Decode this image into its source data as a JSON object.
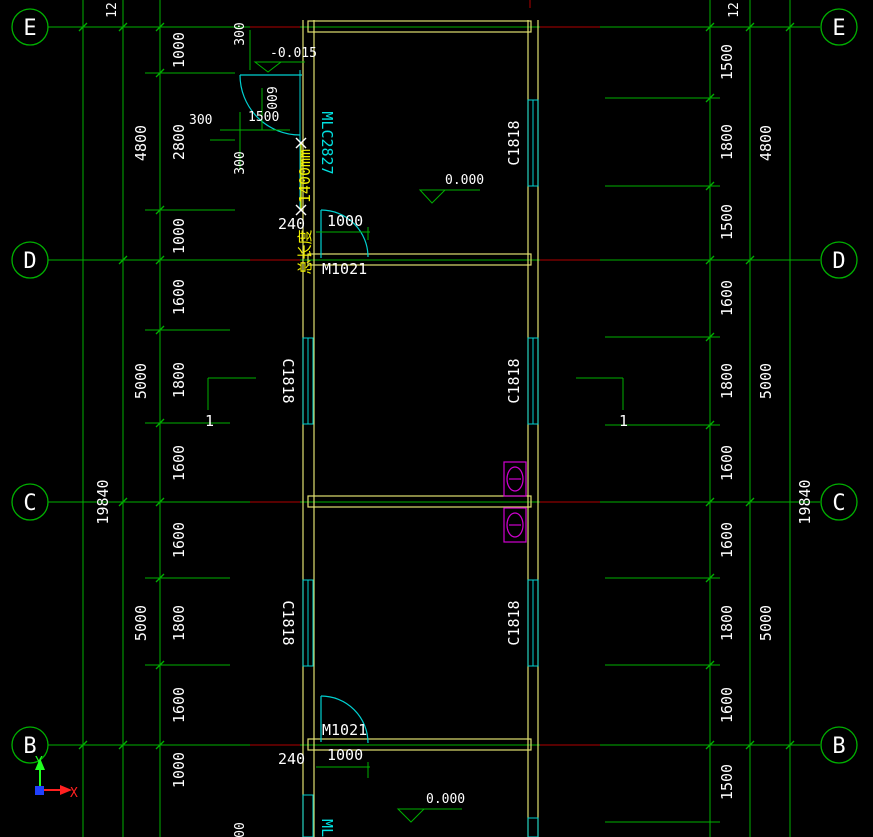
{
  "colors": {
    "background": "#000000",
    "axis_line": "#00b000",
    "axis_red": "#b00000",
    "wall": "#e0e070",
    "window": "#00d0d0",
    "door": "#00d0d0",
    "fixture": "#d000d0",
    "text": "#ffffff",
    "measure": "#f0f000",
    "ucs_x": "#ff2020",
    "ucs_y": "#20ff20",
    "ucs_z": "#2040ff"
  },
  "grid_axes": [
    "E",
    "D",
    "C",
    "B"
  ],
  "top_labels": {
    "left": "12",
    "right": "12"
  },
  "dims_left_outer": [
    "4800",
    "5000",
    "5000"
  ],
  "dims_left_total": "19840",
  "dims_left_inner": [
    "1000",
    "2800",
    "1000",
    "1600",
    "1800",
    "1600",
    "1600",
    "1800",
    "1600",
    "1000"
  ],
  "dims_right_inner": [
    "1500",
    "1800",
    "1500",
    "1600",
    "1800",
    "1600",
    "1600",
    "1800",
    "1600",
    "1500"
  ],
  "dims_right_outer": [
    "4800",
    "5000",
    "5000"
  ],
  "dims_right_total": "19840",
  "windows": [
    "C1818",
    "C1818",
    "C1818",
    "C1818",
    "C1818"
  ],
  "doors": [
    "M1021",
    "M1021"
  ],
  "door_widths": [
    "1000",
    "1000"
  ],
  "wall_thickness": [
    "240",
    "240"
  ],
  "door_small": {
    "d300a": "300",
    "d300b": "300",
    "d300c": "300",
    "d1500": "1500",
    "d600": "600"
  },
  "levels": [
    "-0.015",
    "0.000",
    "0.000"
  ],
  "mlc": "MLC2827",
  "measure_prefix": "总长度",
  "measure_value": "1400mm",
  "section_marks": [
    "1",
    "1"
  ],
  "ucs": {
    "x": "X",
    "y": "Y"
  },
  "bottom_clip": {
    "left": "00",
    "mlc": "ML"
  }
}
